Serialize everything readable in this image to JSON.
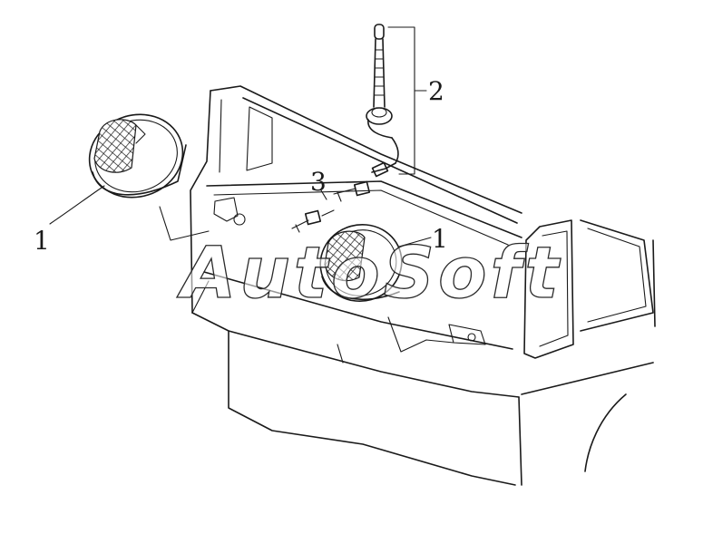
{
  "diagram": {
    "callouts": {
      "item1_left": "1",
      "item1_center": "1",
      "item2": "2",
      "item3": "3"
    },
    "watermark": "AutoSoft"
  }
}
